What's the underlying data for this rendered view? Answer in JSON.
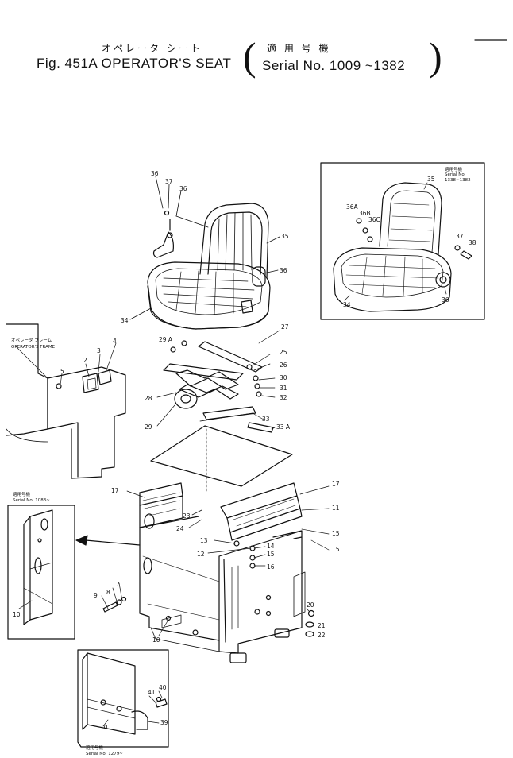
{
  "header": {
    "title_jp": "オペレータ シート",
    "title_en": "Fig. 451A OPERATOR'S SEAT",
    "serial_jp": "適 用 号 機",
    "serial_en": "Serial  No. 1009 ~1382"
  },
  "insets": {
    "seat_serial_jp": "適用号機",
    "seat_serial_en1": "Serial No.",
    "seat_serial_en2": "1338~1382",
    "frame_label_jp": "オペレータ フレーム",
    "frame_label_en": "OPERATOR'S FRAME",
    "left_serial_jp": "適用号機",
    "left_serial_en": "Serial No. 1083~",
    "bottom_serial_jp": "適用号機",
    "bottom_serial_en": "Serial No. 1279~"
  },
  "callouts": [
    {
      "id": "c36",
      "text": "36"
    },
    {
      "id": "c37",
      "text": "37"
    },
    {
      "id": "c36b",
      "text": "36"
    },
    {
      "id": "c35",
      "text": "35"
    },
    {
      "id": "c36c",
      "text": "36"
    },
    {
      "id": "c34",
      "text": "34"
    },
    {
      "id": "c35r",
      "text": "35"
    },
    {
      "id": "c36A",
      "text": "36A"
    },
    {
      "id": "c36B",
      "text": "36B"
    },
    {
      "id": "c36C",
      "text": "36C"
    },
    {
      "id": "c37r",
      "text": "37"
    },
    {
      "id": "c38r",
      "text": "38"
    },
    {
      "id": "c34r",
      "text": "34"
    },
    {
      "id": "c36r",
      "text": "36"
    },
    {
      "id": "c27",
      "text": "27"
    },
    {
      "id": "c29A",
      "text": "29 A"
    },
    {
      "id": "c25",
      "text": "25"
    },
    {
      "id": "c26",
      "text": "26"
    },
    {
      "id": "c30",
      "text": "30"
    },
    {
      "id": "c31",
      "text": "31"
    },
    {
      "id": "c32",
      "text": "32"
    },
    {
      "id": "c28",
      "text": "28"
    },
    {
      "id": "c29",
      "text": "29"
    },
    {
      "id": "c33",
      "text": "33"
    },
    {
      "id": "c33A",
      "text": "33 A"
    },
    {
      "id": "c5",
      "text": "5"
    },
    {
      "id": "c2",
      "text": "2"
    },
    {
      "id": "c3",
      "text": "3"
    },
    {
      "id": "c4",
      "text": "4"
    },
    {
      "id": "c17",
      "text": "17"
    },
    {
      "id": "c17r",
      "text": "17"
    },
    {
      "id": "c11",
      "text": "11"
    },
    {
      "id": "c23",
      "text": "23"
    },
    {
      "id": "c24",
      "text": "24"
    },
    {
      "id": "c13",
      "text": "13"
    },
    {
      "id": "c14",
      "text": "14"
    },
    {
      "id": "c15",
      "text": "15"
    },
    {
      "id": "c12",
      "text": "12"
    },
    {
      "id": "c16",
      "text": "16"
    },
    {
      "id": "c15r",
      "text": "15"
    },
    {
      "id": "c15rr",
      "text": "15"
    },
    {
      "id": "c8",
      "text": "8"
    },
    {
      "id": "c7",
      "text": "7"
    },
    {
      "id": "c9",
      "text": "9"
    },
    {
      "id": "c10",
      "text": "10"
    },
    {
      "id": "c10l",
      "text": "10"
    },
    {
      "id": "c20",
      "text": "20"
    },
    {
      "id": "c21",
      "text": "21"
    },
    {
      "id": "c22",
      "text": "22"
    },
    {
      "id": "c40",
      "text": "40"
    },
    {
      "id": "c41",
      "text": "41"
    },
    {
      "id": "c39",
      "text": "39"
    },
    {
      "id": "c10b",
      "text": "10"
    }
  ]
}
